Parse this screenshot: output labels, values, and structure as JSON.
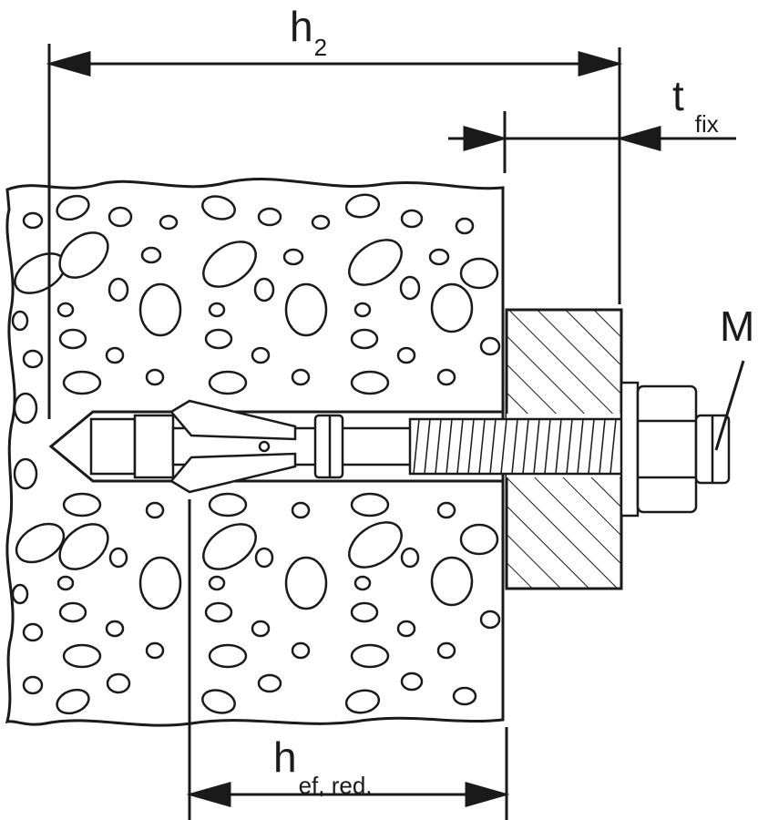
{
  "labels": {
    "h2_main": "h",
    "h2_sub": "2",
    "tfix_main": "t",
    "tfix_sub": "fix",
    "m": "M",
    "hef_main": "h",
    "hef_sub": "ef, red."
  },
  "colors": {
    "ink": "#1a1a1a",
    "background": "#ffffff"
  }
}
